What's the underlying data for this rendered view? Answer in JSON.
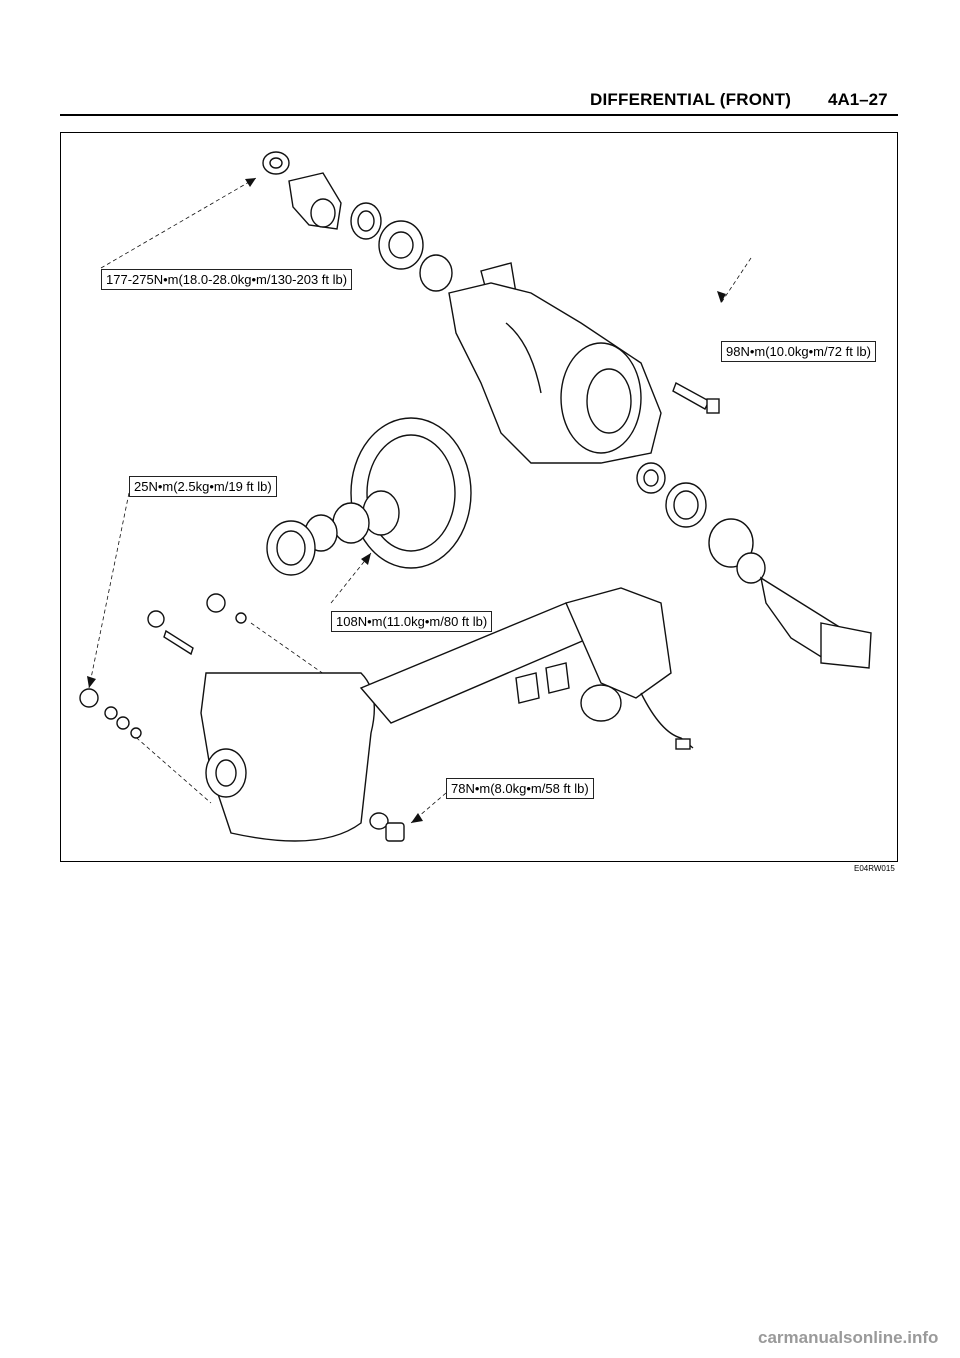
{
  "header": {
    "section_title": "DIFFERENTIAL (FRONT)",
    "page_number": "4A1–27"
  },
  "figure": {
    "callouts": {
      "companion_flange_nut": "177-275N•m(18.0-28.0kg•m/130-203 ft lb)",
      "housing_bolt": "98N•m(10.0kg•m/72 ft lb)",
      "cover_bolt": "25N•m(2.5kg•m/19 ft lb)",
      "ring_gear_bolt": "108N•m(11.0kg•m/80 ft lb)",
      "filler_plug": "78N•m(8.0kg•m/58 ft lb)"
    },
    "code": "E04RW015"
  },
  "footer": {
    "watermark": "carmanualsonline.info"
  }
}
